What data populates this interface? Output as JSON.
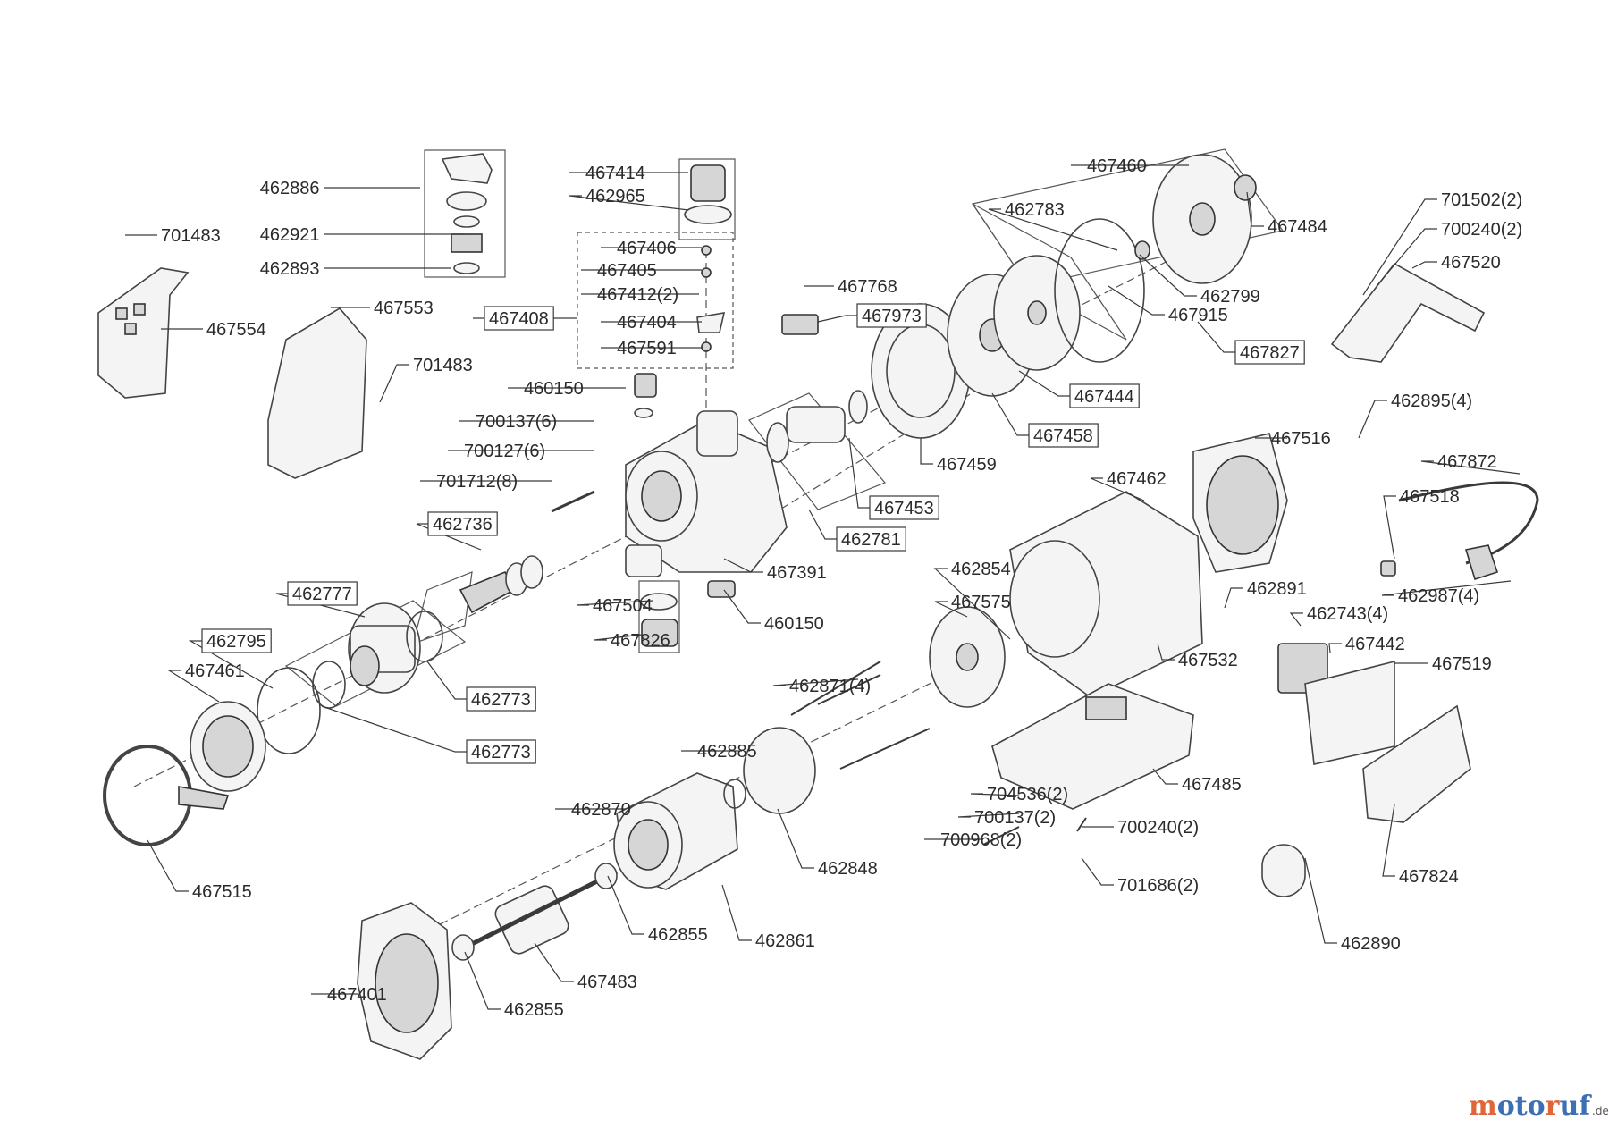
{
  "watermark": {
    "parts": [
      {
        "text": "m",
        "color": "#e0663a"
      },
      {
        "text": "o",
        "color": "#3d6fb5"
      },
      {
        "text": "t",
        "color": "#3d6fb5"
      },
      {
        "text": "o",
        "color": "#3d6fb5"
      },
      {
        "text": "r",
        "color": "#e0663a"
      },
      {
        "text": "u",
        "color": "#3d6fb5"
      },
      {
        "text": "f",
        "color": "#3d6fb5"
      }
    ],
    "tld": ".de"
  },
  "labels": [
    {
      "text": "462886",
      "boxed": false
    },
    {
      "text": "462921",
      "boxed": false
    },
    {
      "text": "462893",
      "boxed": false
    },
    {
      "text": "701483",
      "boxed": false
    },
    {
      "text": "467554",
      "boxed": false
    },
    {
      "text": "467553",
      "boxed": false
    },
    {
      "text": "701483",
      "boxed": false
    },
    {
      "text": "467414",
      "boxed": false
    },
    {
      "text": "462965",
      "boxed": false
    },
    {
      "text": "467406",
      "boxed": false
    },
    {
      "text": "467405",
      "boxed": false
    },
    {
      "text": "467412(2)",
      "boxed": false
    },
    {
      "text": "467404",
      "boxed": false
    },
    {
      "text": "467591",
      "boxed": false
    },
    {
      "text": "467408",
      "boxed": true
    },
    {
      "text": "460150",
      "boxed": false
    },
    {
      "text": "700137(6)",
      "boxed": false
    },
    {
      "text": "700127(6)",
      "boxed": false
    },
    {
      "text": "701712(8)",
      "boxed": false
    },
    {
      "text": "467768",
      "boxed": false
    },
    {
      "text": "467973",
      "boxed": true
    },
    {
      "text": "467460",
      "boxed": false
    },
    {
      "text": "462783",
      "boxed": false
    },
    {
      "text": "467484",
      "boxed": false
    },
    {
      "text": "462799",
      "boxed": false
    },
    {
      "text": "467915",
      "boxed": false
    },
    {
      "text": "467827",
      "boxed": true
    },
    {
      "text": "467444",
      "boxed": true
    },
    {
      "text": "467458",
      "boxed": true
    },
    {
      "text": "467459",
      "boxed": false
    },
    {
      "text": "467453",
      "boxed": true
    },
    {
      "text": "462781",
      "boxed": true
    },
    {
      "text": "467391",
      "boxed": false
    },
    {
      "text": "701502(2)",
      "boxed": false
    },
    {
      "text": "700240(2)",
      "boxed": false
    },
    {
      "text": "467520",
      "boxed": false
    },
    {
      "text": "462895(4)",
      "boxed": false
    },
    {
      "text": "467516",
      "boxed": false
    },
    {
      "text": "467872",
      "boxed": false
    },
    {
      "text": "467518",
      "boxed": false
    },
    {
      "text": "462987(4)",
      "boxed": false
    },
    {
      "text": "467462",
      "boxed": false
    },
    {
      "text": "462854",
      "boxed": false
    },
    {
      "text": "467575",
      "boxed": false
    },
    {
      "text": "462891",
      "boxed": false
    },
    {
      "text": "462743(4)",
      "boxed": false
    },
    {
      "text": "467442",
      "boxed": false
    },
    {
      "text": "467519",
      "boxed": false
    },
    {
      "text": "467532",
      "boxed": false
    },
    {
      "text": "462736",
      "boxed": true
    },
    {
      "text": "462777",
      "boxed": true
    },
    {
      "text": "462795",
      "boxed": true
    },
    {
      "text": "467461",
      "boxed": false
    },
    {
      "text": "462773",
      "boxed": true
    },
    {
      "text": "462773",
      "boxed": true
    },
    {
      "text": "467504",
      "boxed": false
    },
    {
      "text": "467826",
      "boxed": false
    },
    {
      "text": "460150",
      "boxed": false
    },
    {
      "text": "462871(4)",
      "boxed": false
    },
    {
      "text": "462885",
      "boxed": false
    },
    {
      "text": "462870",
      "boxed": false
    },
    {
      "text": "462848",
      "boxed": false
    },
    {
      "text": "467515",
      "boxed": false
    },
    {
      "text": "462855",
      "boxed": false
    },
    {
      "text": "462861",
      "boxed": false
    },
    {
      "text": "467483",
      "boxed": false
    },
    {
      "text": "467401",
      "boxed": false
    },
    {
      "text": "462855",
      "boxed": false
    },
    {
      "text": "704536(2)",
      "boxed": false
    },
    {
      "text": "700137(2)",
      "boxed": false
    },
    {
      "text": "700968(2)",
      "boxed": false
    },
    {
      "text": "700240(2)",
      "boxed": false
    },
    {
      "text": "701686(2)",
      "boxed": false
    },
    {
      "text": "467485",
      "boxed": false
    },
    {
      "text": "467824",
      "boxed": false
    },
    {
      "text": "462890",
      "boxed": false
    }
  ]
}
